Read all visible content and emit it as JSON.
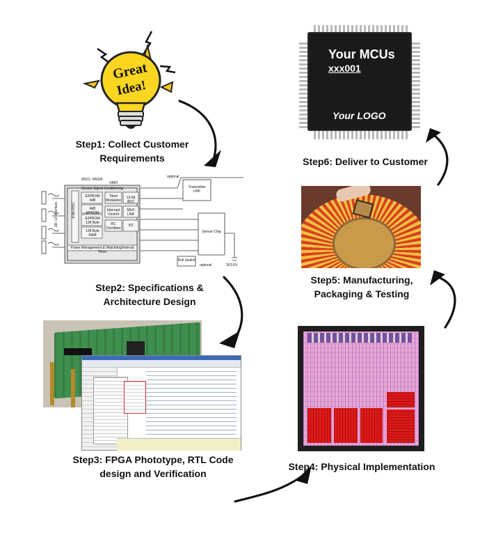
{
  "steps": [
    {
      "id": 1,
      "line1": "Step1: Collect Customer",
      "line2": "Requirements"
    },
    {
      "id": 2,
      "line1": "Step2: Specifications &",
      "line2": "Architecture Design"
    },
    {
      "id": 3,
      "line1": "Step3: FPGA Phototype, RTL Code",
      "line2": "design and Verification"
    },
    {
      "id": 4,
      "line1": "Step4: Physical Implementation"
    },
    {
      "id": 5,
      "line1": "Step5: Manufacturing,",
      "line2": "Packaging & Testing"
    },
    {
      "id": 6,
      "line1": "Step6: Deliver to Customer"
    }
  ],
  "bulb": {
    "word1": "Great",
    "word2": "Idea!"
  },
  "chip": {
    "title": "Your MCUs",
    "part": "xxx001",
    "logo": "Your LOGO"
  },
  "diagram": {
    "block_title": "Sensor Signal Conditioning",
    "interface": "2D- LF Interface",
    "risc": "8 Bit RISC",
    "eeprom": "E2PROM 4kB",
    "eeprom2": "4kB EPROM",
    "eprom": "E2PROM 128 Byte",
    "ram": "128 Byte RAM",
    "timer": "Timer Modulator",
    "adc": "12-bit ADC",
    "interrupt": "Interrupt Control",
    "mux": "MUX LNA",
    "rc": "RC Oscillator",
    "io": "I/O",
    "power": "Power Management & Watchdog/Interval Timer",
    "transmitter": "Transmitter UHF",
    "sensor_chip": "Sensor Chip",
    "roll_switch": "Roll Switch",
    "battery": "3V3.6V",
    "optional1": "optional",
    "optional2": "optional",
    "vbat": "VBAT",
    "mscl": "MSCL",
    "msda": "MSDA"
  },
  "colors": {
    "arrow": "#111111",
    "chip": "#1a1a1a",
    "die_pink": "#e8a6d8",
    "die_red": "#e01818"
  }
}
